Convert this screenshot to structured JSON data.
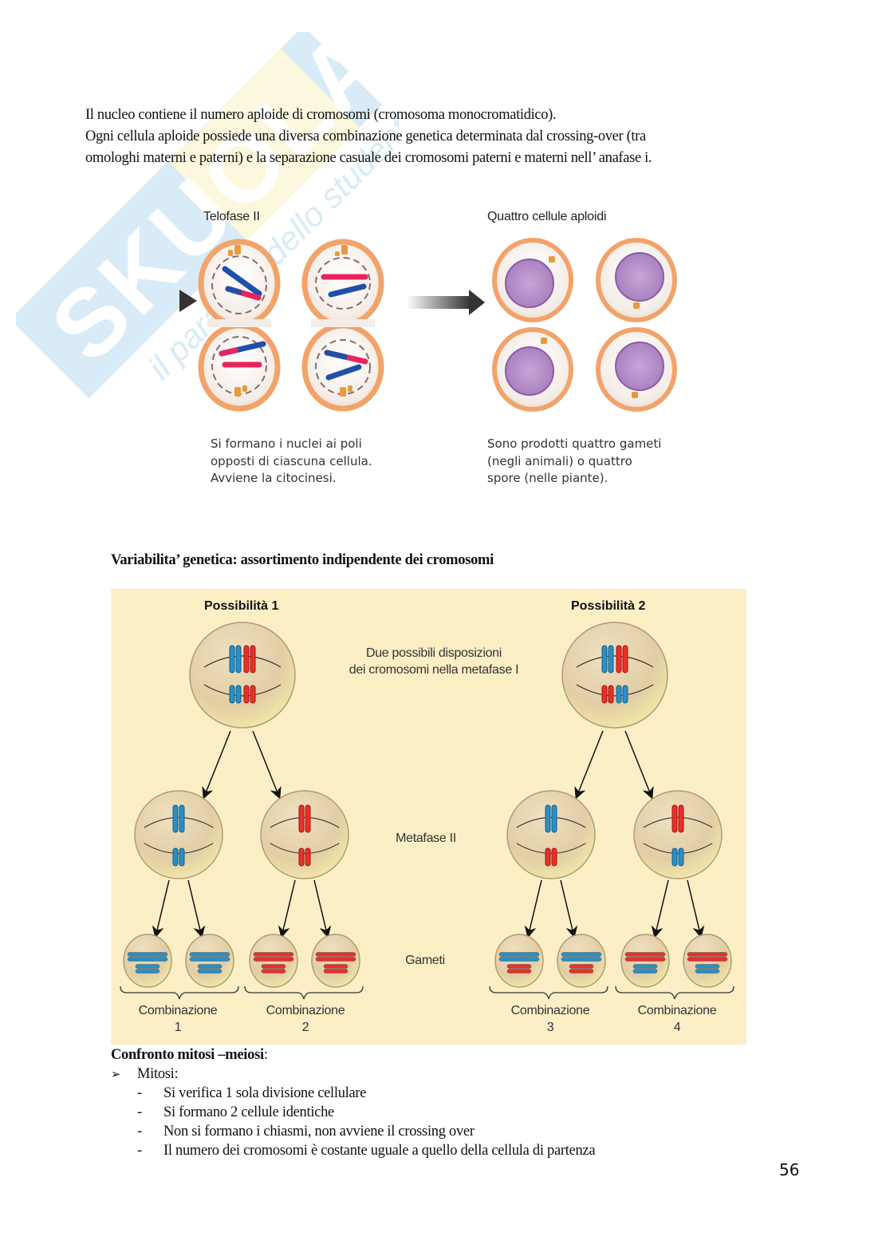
{
  "watermark": {
    "brand": "SKUOLA.net",
    "tagline": "il paradiso dello studente",
    "colors": {
      "blue": "#b9dcf2",
      "yellow": "#fbf3c4"
    }
  },
  "intro": {
    "lines": [
      "Il nucleo contiene il numero aploide di cromosomi (cromosoma monocromatidico).",
      "Ogni cellula aploide possiede una diversa combinazione genetica determinata dal crossing-over (tra",
      "omologhi materni e paterni) e la separazione casuale dei cromosomi paterni e materni nell’ anafase i."
    ]
  },
  "figure1": {
    "label_left": "Telofase II",
    "label_right": "Quattro cellule aploidi",
    "caption_left": [
      "Si formano i nuclei ai poli",
      "opposti di ciascuna cellula.",
      "Avviene la citocinesi."
    ],
    "caption_right": [
      "Sono prodotti quattro gameti",
      "(negli animali) o quattro",
      "spore (nelle piante)."
    ],
    "colors": {
      "paternal": "#1f4fa8",
      "maternal": "#e8245e",
      "membrane": "#f2a36b",
      "nucleus": "#b48ac6"
    }
  },
  "section2": {
    "title": "Variabilita’ genetica: assortimento indipendente dei cromosomi"
  },
  "figure2": {
    "possibility1": "Possibilità 1",
    "possibility2": "Possibilità 2",
    "center_note": [
      "Due possibili disposizioni",
      "dei cromosomi nella metafase I"
    ],
    "metaphase_label": "Metafase II",
    "gametes_label": "Gameti",
    "combinations": [
      {
        "word": "Combinazione",
        "number": "1"
      },
      {
        "word": "Combinazione",
        "number": "2"
      },
      {
        "word": "Combinazione",
        "number": "3"
      },
      {
        "word": "Combinazione",
        "number": "4"
      }
    ],
    "colors": {
      "background": "#fcefc6",
      "blue": "#2a8fc4",
      "red": "#e8302a",
      "cell": "#e4d0a8"
    }
  },
  "comparison": {
    "title": "Confronto mitosi –meiosi",
    "title_suffix": ":",
    "bullet_glyph": "➢",
    "bullet_label": "Mitosi:",
    "dash": "-",
    "items": [
      "Si verifica 1 sola divisione cellulare",
      "Si formano 2 cellule identiche",
      "Non si formano i chiasmi, non avviene il crossing over",
      "Il numero dei cromosomi è costante uguale a quello della cellula di partenza"
    ]
  },
  "page_number": "56"
}
